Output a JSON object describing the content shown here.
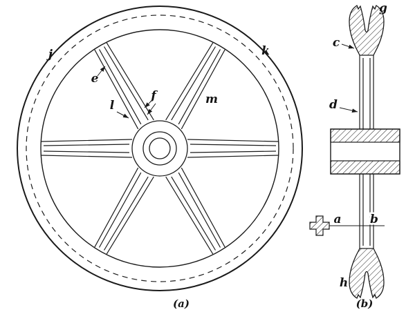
{
  "figure": {
    "colors": {
      "line": "#1a1a1a",
      "background": "#ffffff"
    },
    "front_view": {
      "caption": "(a)",
      "labels": {
        "j": "j",
        "k": "k",
        "e": "e",
        "l": "l",
        "f": "f",
        "m": "m"
      }
    },
    "side_view": {
      "caption": "(b)",
      "labels": {
        "g": "g",
        "c": "c",
        "d": "d",
        "a": "a",
        "b": "b",
        "h": "h"
      }
    }
  }
}
